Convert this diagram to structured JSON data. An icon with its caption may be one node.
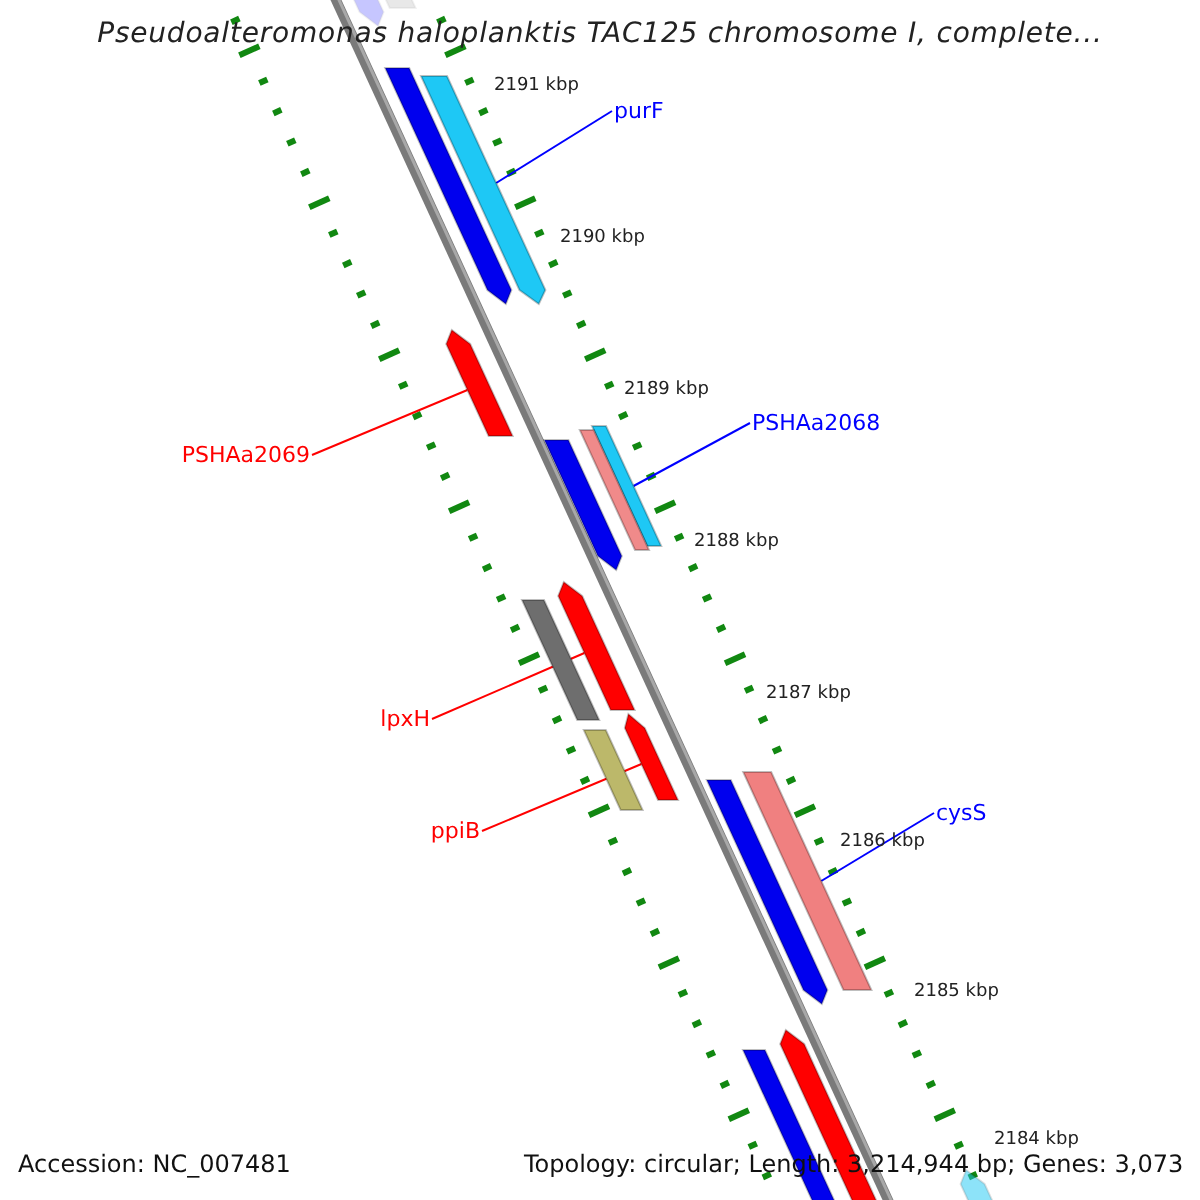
{
  "diagram": {
    "title": "Pseudoalteromonas haloplanktis TAC125 chromosome I, complete...",
    "nodes": [
      {
        "text": [],
        "shape": "bar"
      },
      {
        "text": [],
        "shape": "bar"
      },
      {
        "text": [],
        "shape": "bar"
      },
      {
        "text": [],
        "shape": "bar"
      },
      {
        "text": [
          "purF"
        ]
      },
      {
        "text": [],
        "shape": "bar"
      },
      {
        "text": [
          "PSHAa2068"
        ]
      },
      {
        "text": [],
        "shape": "bar"
      },
      {
        "text": [],
        "shape": "bar"
      },
      {
        "text": [],
        "shape": "bar"
      },
      {
        "text": [
          "PSHAa2069"
        ]
      },
      {
        "text": [],
        "shape": "bar"
      },
      {
        "text": [],
        "shape": "bar"
      },
      {
        "text": [
          "lpxH"
        ]
      },
      {
        "text": [],
        "shape": "bar"
      },
      {
        "text": [],
        "shape": "bar"
      },
      {
        "text": [],
        "shape": "bar"
      },
      {
        "text": [],
        "shape": "bar"
      },
      {
        "text": [
          "cysS"
        ]
      },
      {
        "text": [
          "ppiB"
        ]
      },
      {
        "text": [],
        "shape": "bar"
      },
      {
        "text": [],
        "shape": "bar"
      },
      {
        "text": [],
        "shape": "bar"
      }
    ],
    "edges": [
      {
        "from": 4,
        "to": 3,
        "arrow": "none",
        "color": "#0000ff"
      },
      {
        "from": 6,
        "to": 7,
        "arrow": "none",
        "color": "#0000ff"
      },
      {
        "from": 10,
        "to": 5,
        "arrow": "none",
        "color": "#ff0000"
      },
      {
        "from": 13,
        "to": 11,
        "arrow": "none",
        "color": "#ff0000"
      },
      {
        "from": 19,
        "to": 14,
        "arrow": "none",
        "color": "#ff0000"
      },
      {
        "from": 18,
        "to": 16,
        "arrow": "none",
        "color": "#0000ff"
      }
    ],
    "labels": [
      "2191 kbp",
      "2190 kbp",
      "2189 kbp",
      "2188 kbp",
      "2187 kbp",
      "2186 kbp",
      "2185 kbp",
      "2184 kbp",
      "Accession: NC_007481",
      "Topology: circular; Length: 3,214,944 bp; Genes: 3,073"
    ]
  }
}
